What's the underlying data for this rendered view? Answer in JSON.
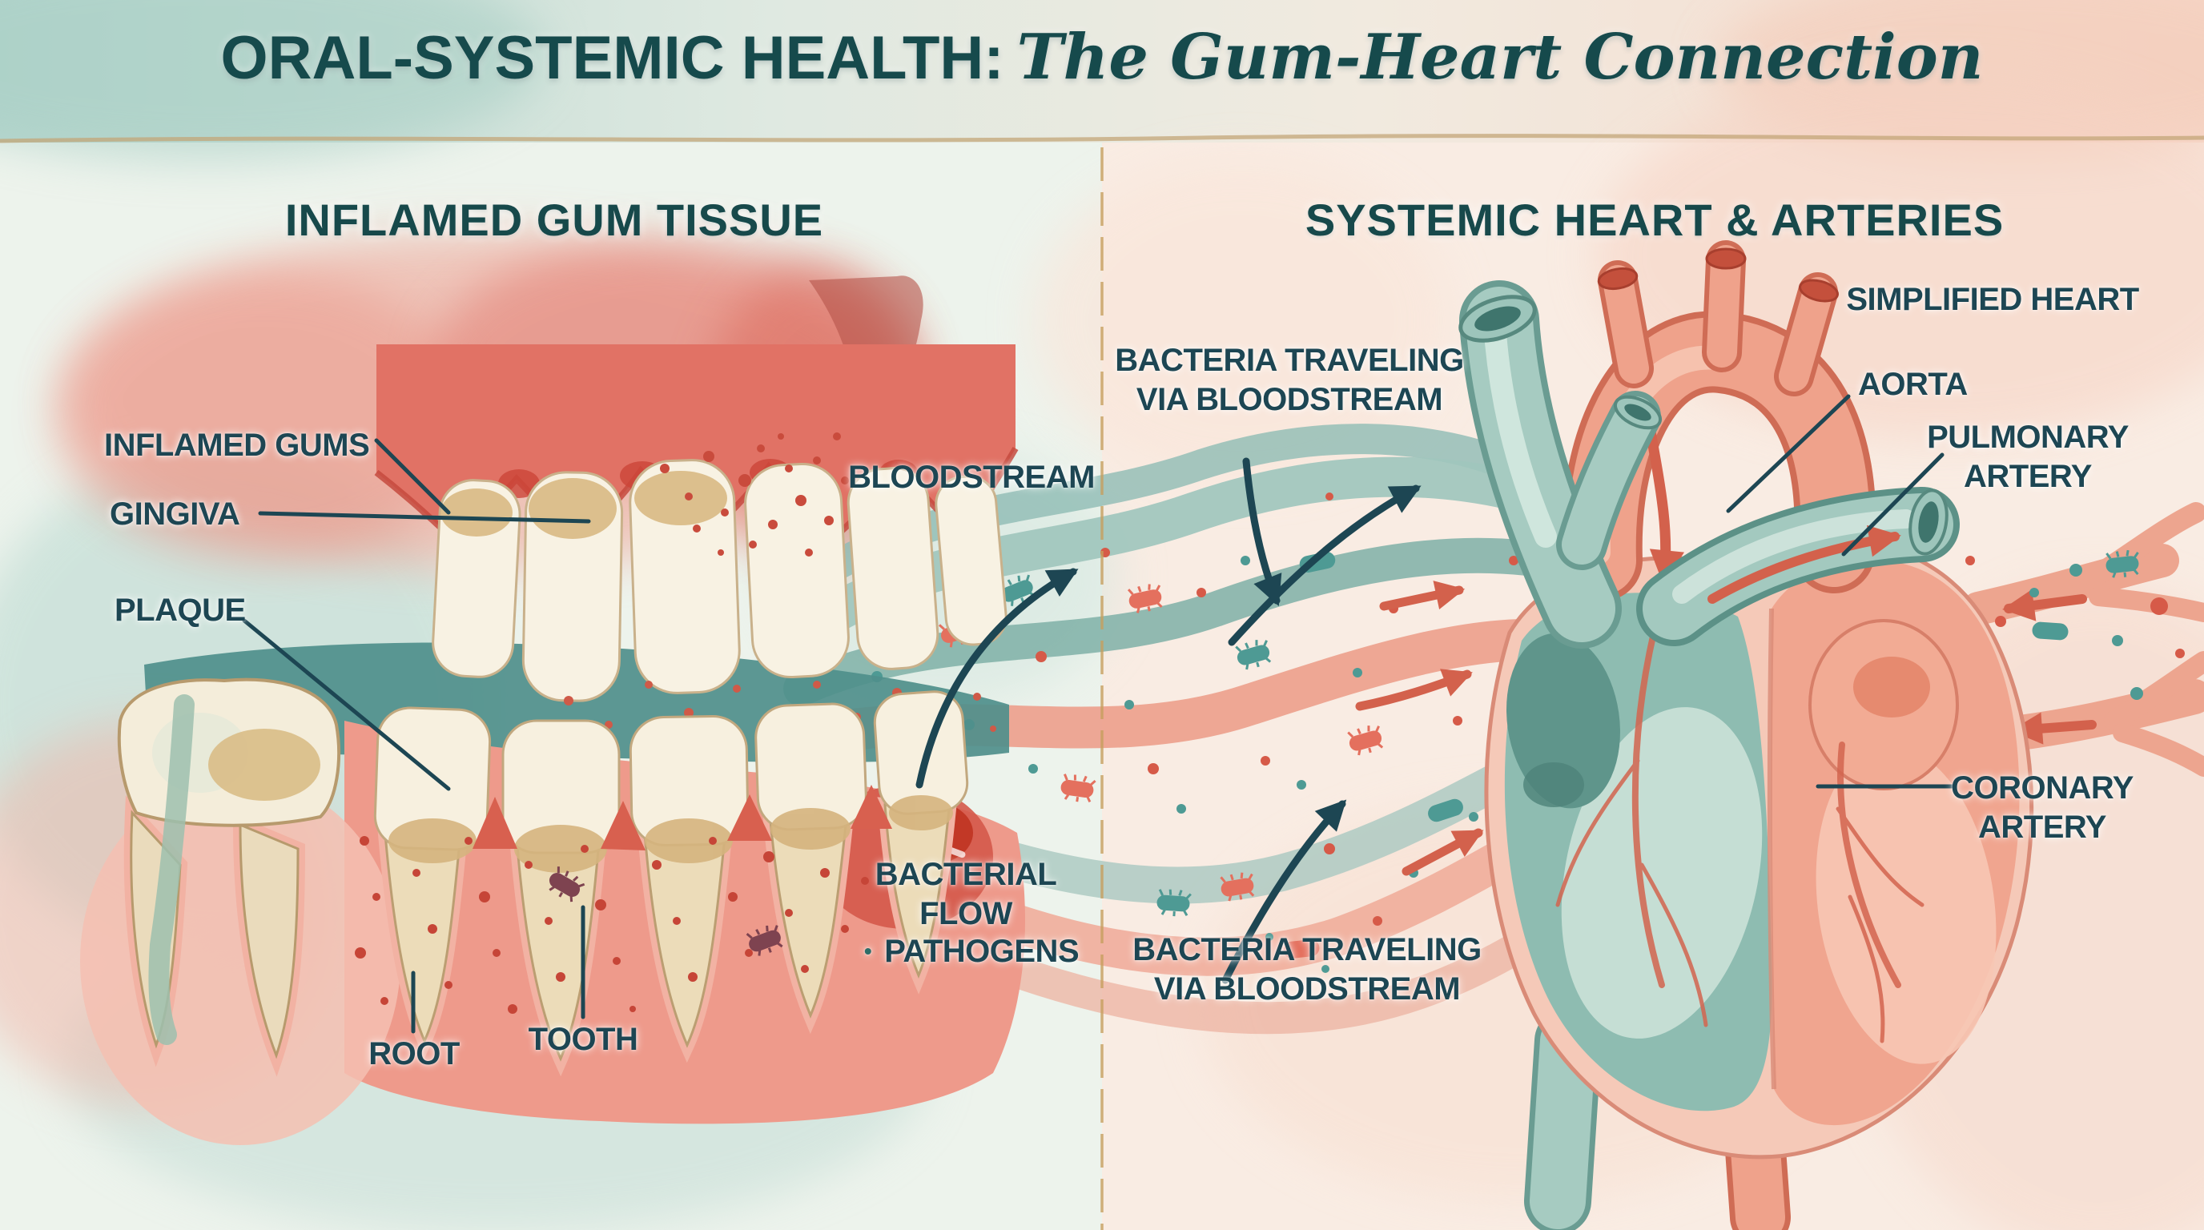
{
  "title": {
    "prefix": "ORAL-SYSTEMIC HEALTH:",
    "emphasis": "The Gum-Heart Connection"
  },
  "sections": {
    "left_header": "INFLAMED GUM TISSUE",
    "right_header": "SYSTEMIC HEART & ARTERIES"
  },
  "gum_labels": {
    "inflamed_gums": "INFLAMED GUMS",
    "gingiva": "GINGIVA",
    "plaque": "PLAQUE",
    "root": "ROOT",
    "tooth": "TOOTH"
  },
  "flow_labels": {
    "bloodstream": "BLOODSTREAM",
    "bacterial_flow": "BACTERIAL FLOW",
    "pathogens_bullet": "•",
    "pathogens": "PATHOGENS",
    "bacteria_traveling_top": "BACTERIA TRAVELING VIA BLOODSTREAM",
    "bacteria_traveling_bottom": "BACTERIA TRAVELING VIA BLOODSTREAM"
  },
  "heart_labels": {
    "simplified_heart": "SIMPLIFIED HEART",
    "aorta": "AORTA",
    "pulmonary_artery": "PULMONARY ARTERY",
    "coronary_artery": "CORONARY ARTERY"
  },
  "colors": {
    "ink": "#1d4653",
    "heading_teal": "#17494b",
    "gold_divider": "#c79f5e",
    "background_left": "#edf3ec",
    "background_right": "#f9ece3",
    "gum_red": "#e17265",
    "gum_deep_red": "#c64a3e",
    "gum_pink": "#ee9a8b",
    "tooth_ivory": "#f8f2e3",
    "plaque_teal": "#4f8f8b",
    "vessel_teal": "#9fc6bd",
    "vessel_coral": "#eda18d",
    "heart_teal": "#8ebcb1",
    "heart_coral": "#f0a58f",
    "bacteria_teal": "#4e9a94",
    "bacteria_coral": "#e4705e"
  }
}
